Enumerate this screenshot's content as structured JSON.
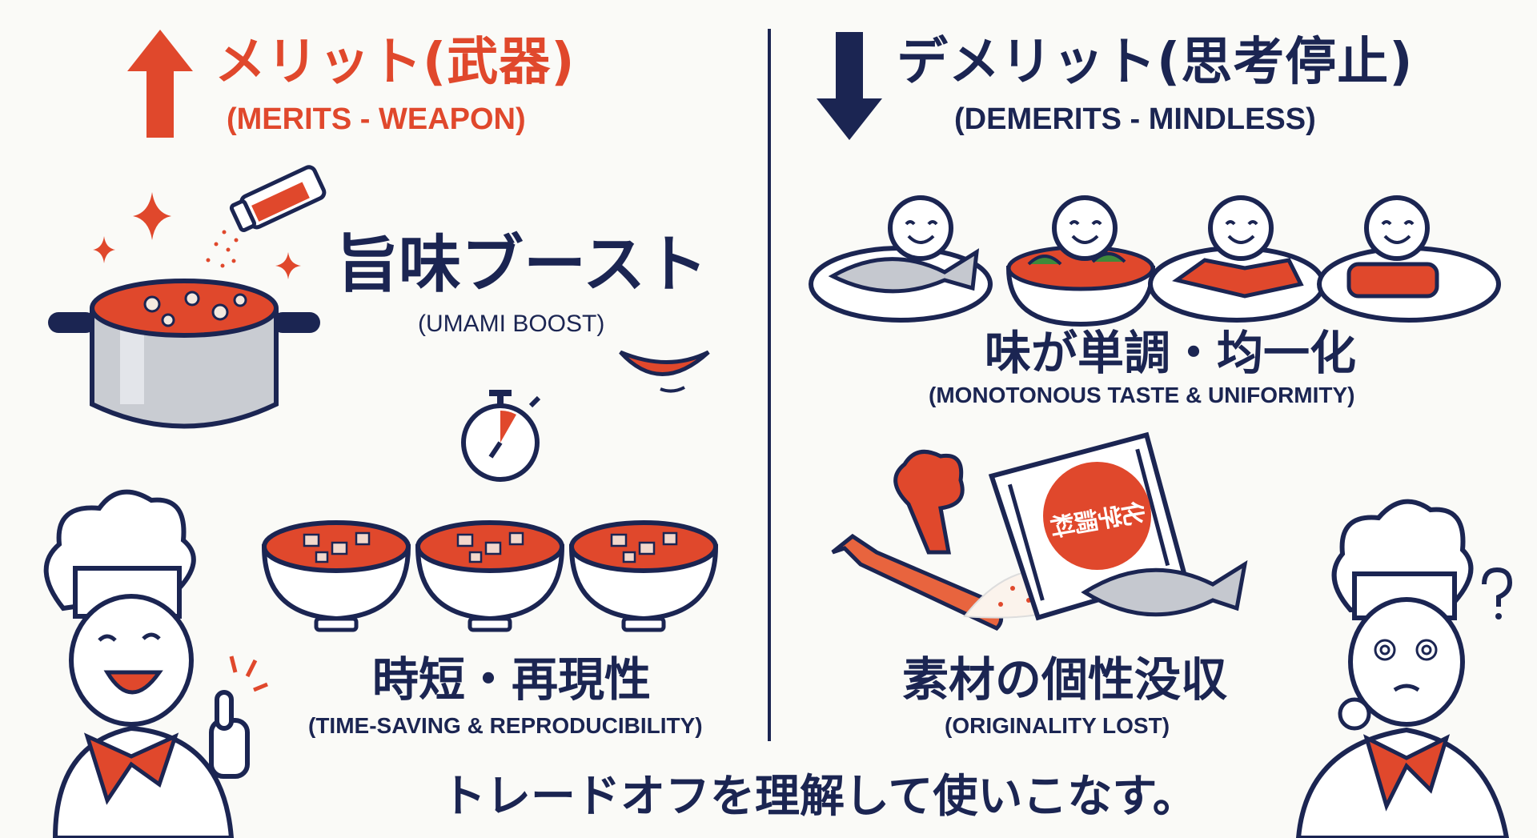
{
  "colors": {
    "accent": "#e0482c",
    "navy": "#1b2552",
    "background": "#fafaf7"
  },
  "merits": {
    "title": "メリット(武器)",
    "subtitle": "(MERITS - WEAPON)",
    "icon": "arrow-up-icon",
    "items": [
      {
        "label": "旨味ブースト",
        "caption": "(UMAMI BOOST)"
      },
      {
        "label": "時短・再現性",
        "caption": "(TIME-SAVING & REPRODUCIBILITY)"
      }
    ]
  },
  "demerits": {
    "title": "デメリット(思考停止)",
    "subtitle": "(DEMERITS - MINDLESS)",
    "icon": "arrow-down-icon",
    "items": [
      {
        "label": "味が単調・均一化",
        "caption": "(MONOTONOUS TASTE & UNIFORMITY)"
      },
      {
        "label": "素材の個性没収",
        "caption": "(ORIGINALITY LOST)"
      }
    ],
    "bag_label": "化学調料"
  },
  "footer": {
    "message": "トレードオフを理解して使いこなす。"
  }
}
